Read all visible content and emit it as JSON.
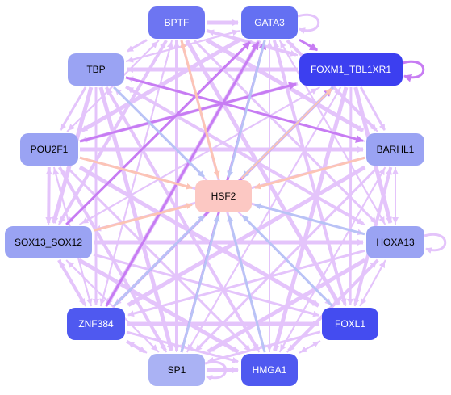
{
  "nodes": [
    {
      "id": "BPTF",
      "label": "BPTF",
      "fill": "#6d75f2",
      "text": "#ffffff"
    },
    {
      "id": "GATA3",
      "label": "GATA3",
      "fill": "#6470f2",
      "text": "#ffffff"
    },
    {
      "id": "FOXM1",
      "label": "FOXM1_TBL1XR1",
      "fill": "#3c3ff0",
      "text": "#ffffff"
    },
    {
      "id": "TBP",
      "label": "TBP",
      "fill": "#9aa3f3",
      "text": "#000000"
    },
    {
      "id": "POU2F1",
      "label": "POU2F1",
      "fill": "#9aa3f3",
      "text": "#000000"
    },
    {
      "id": "BARHL1",
      "label": "BARHL1",
      "fill": "#9aa3f3",
      "text": "#000000"
    },
    {
      "id": "HSF2",
      "label": "HSF2",
      "fill": "#fcc8c3",
      "text": "#000000"
    },
    {
      "id": "SOX13",
      "label": "SOX13_SOX12",
      "fill": "#9aa3f3",
      "text": "#000000"
    },
    {
      "id": "HOXA13",
      "label": "HOXA13",
      "fill": "#9aa3f3",
      "text": "#000000"
    },
    {
      "id": "ZNF384",
      "label": "ZNF384",
      "fill": "#4f59f0",
      "text": "#ffffff"
    },
    {
      "id": "FOXL1",
      "label": "FOXL1",
      "fill": "#444cf0",
      "text": "#ffffff"
    },
    {
      "id": "SP1",
      "label": "SP1",
      "fill": "#aab2f4",
      "text": "#000000"
    },
    {
      "id": "HMGA1",
      "label": "HMGA1",
      "fill": "#4f59f0",
      "text": "#ffffff"
    }
  ],
  "edge_colors": {
    "default": "#e4c4fb",
    "strong": "#c77cf3",
    "inhibit": "#b9c3f6",
    "activate": "#fcc4b6"
  }
}
